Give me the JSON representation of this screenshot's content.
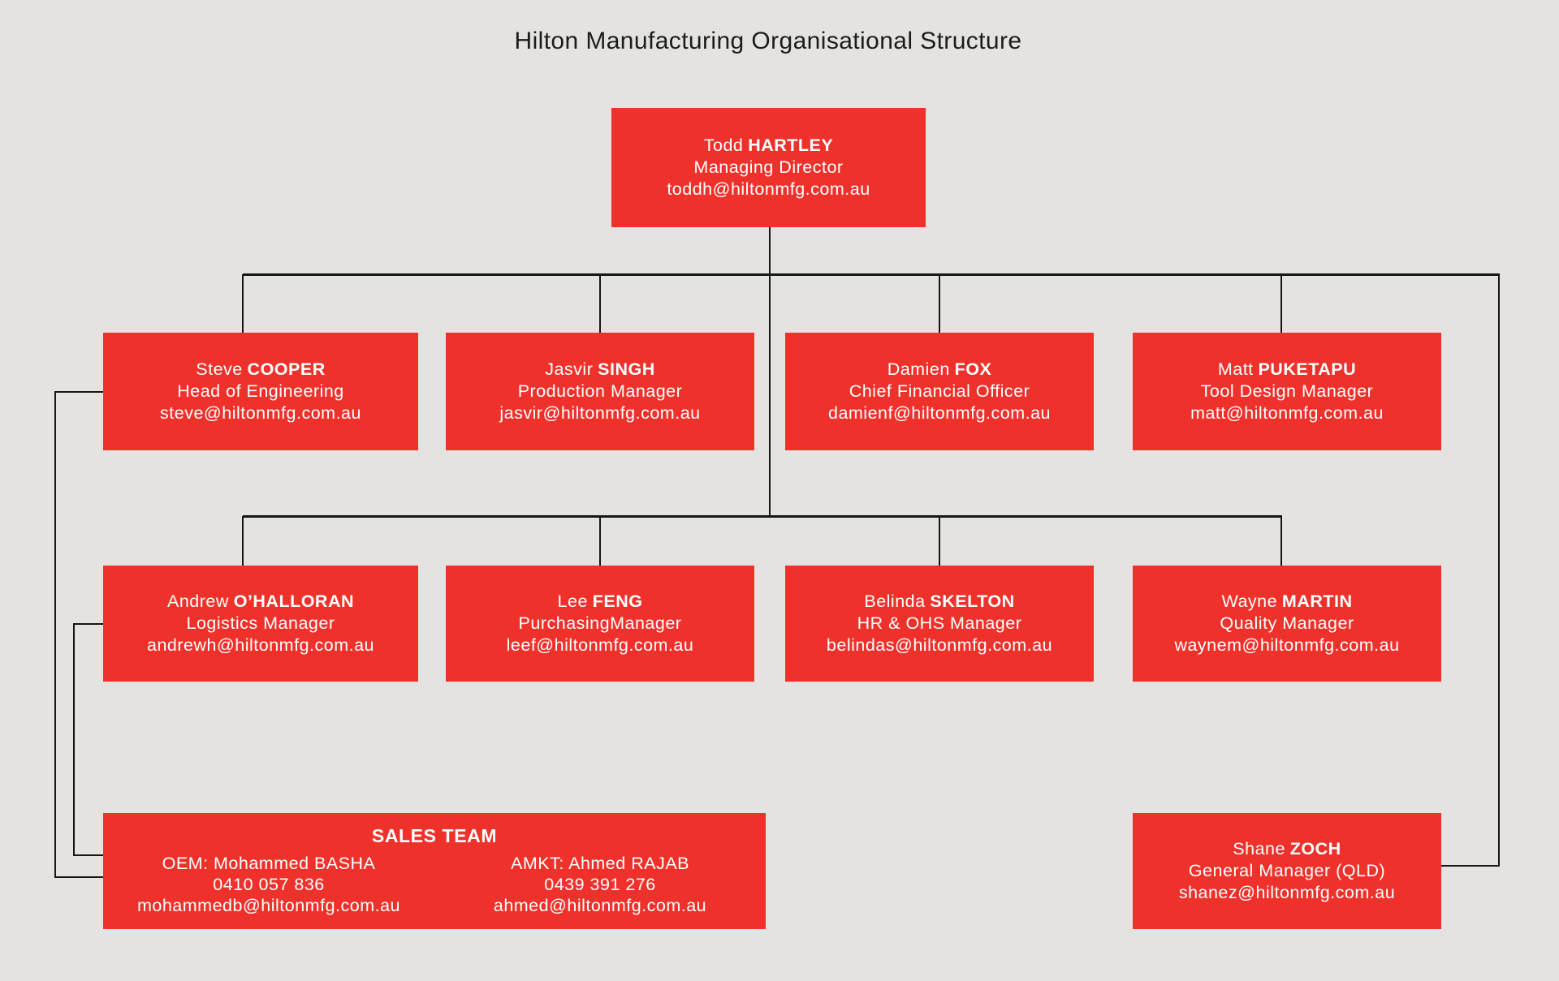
{
  "title": "Hilton Manufacturing Organisational Structure",
  "colors": {
    "background": "#e4e3e1",
    "box_red": "#ee322b",
    "connector_line": "#161616",
    "box_text": "#ffffff",
    "title_text": "#1c1c1a"
  },
  "people": {
    "todd": {
      "first": "Todd",
      "last": "HARTLEY",
      "role": "Managing Director",
      "email": "toddh@hiltonmfg.com.au"
    },
    "steve": {
      "first": "Steve",
      "last": "COOPER",
      "role": "Head of Engineering",
      "email": "steve@hiltonmfg.com.au"
    },
    "jasvir": {
      "first": "Jasvir",
      "last": "SINGH",
      "role": "Production Manager",
      "email": "jasvir@hiltonmfg.com.au"
    },
    "damien": {
      "first": "Damien",
      "last": "FOX",
      "role": "Chief Financial Officer",
      "email": "damienf@hiltonmfg.com.au"
    },
    "matt": {
      "first": "Matt",
      "last": "PUKETAPU",
      "role": "Tool Design Manager",
      "email": "matt@hiltonmfg.com.au"
    },
    "andrew": {
      "first": "Andrew",
      "last": "O’HALLORAN",
      "role": "Logistics Manager",
      "email": "andrewh@hiltonmfg.com.au"
    },
    "lee": {
      "first": "Lee",
      "last": "FENG",
      "role": "PurchasingManager",
      "email": "leef@hiltonmfg.com.au"
    },
    "belinda": {
      "first": "Belinda",
      "last": "SKELTON",
      "role": "HR & OHS Manager",
      "email": "belindas@hiltonmfg.com.au"
    },
    "wayne": {
      "first": "Wayne",
      "last": "MARTIN",
      "role": "Quality Manager",
      "email": "waynem@hiltonmfg.com.au"
    },
    "shane": {
      "first": "Shane",
      "last": "ZOCH",
      "role": "General Manager (QLD)",
      "email": "shanez@hiltonmfg.com.au"
    }
  },
  "sales_team": {
    "heading": "SALES TEAM",
    "members": [
      {
        "name": "OEM: Mohammed BASHA",
        "phone": "0410 057 836",
        "email": "mohammedb@hiltonmfg.com.au"
      },
      {
        "name": "AMKT: Ahmed RAJAB",
        "phone": "0439 391 276",
        "email": "ahmed@hiltonmfg.com.au"
      }
    ]
  }
}
